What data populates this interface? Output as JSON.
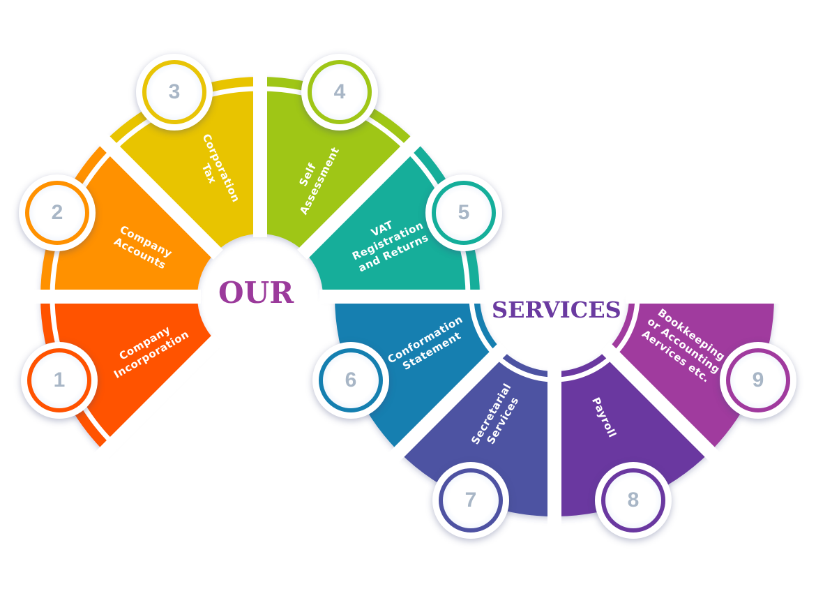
{
  "title": {
    "word1": "OUR",
    "word2": "SERVICES",
    "color1": "#9b3a9b",
    "color2": "#6a3aa0"
  },
  "services": [
    {
      "number": "1",
      "label": "Company\nIncorporation",
      "color": "#ff5200"
    },
    {
      "number": "2",
      "label": "Company\nAccounts",
      "color": "#ff9100"
    },
    {
      "number": "3",
      "label": "Corporation\nTax",
      "color": "#e8c406"
    },
    {
      "number": "4",
      "label": "Self\nAssessment",
      "color": "#9fc617"
    },
    {
      "number": "5",
      "label": "VAT\nRegistration\nand Returns",
      "color": "#14ae9a"
    },
    {
      "number": "6",
      "label": "Conformation\nStatement",
      "color": "#147fb0"
    },
    {
      "number": "7",
      "label": "Secretarial\nServices",
      "color": "#4e52a2"
    },
    {
      "number": "8",
      "label": "Payroll",
      "color": "#6a38a0"
    },
    {
      "number": "9",
      "label": "Bookkeeping\nor Accounting\nAervices etc.",
      "color": "#a03a9e"
    }
  ]
}
